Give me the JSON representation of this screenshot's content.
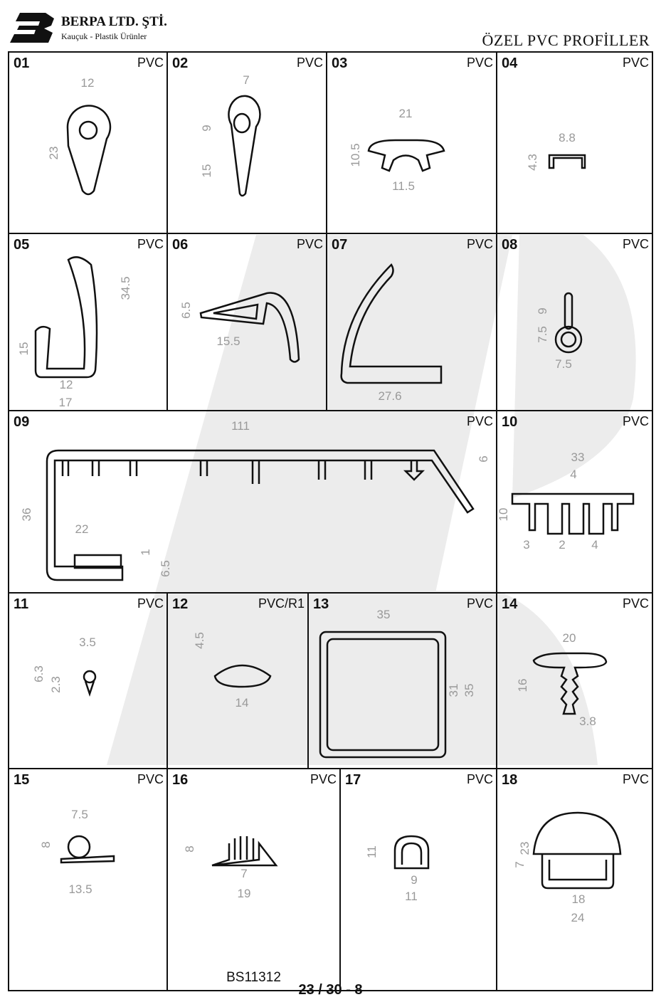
{
  "header": {
    "company": "BERPA LTD. ŞTİ.",
    "tagline": "Kauçuk - Plastik Ürünler",
    "title": "ÖZEL PVC PROFİLLER",
    "logo_text": "B"
  },
  "profiles": [
    {
      "num": "01",
      "material": "PVC",
      "dims": [
        "12",
        "23"
      ]
    },
    {
      "num": "02",
      "material": "PVC",
      "dims": [
        "7",
        "9",
        "15"
      ]
    },
    {
      "num": "03",
      "material": "PVC",
      "dims": [
        "21",
        "10.5",
        "11.5"
      ]
    },
    {
      "num": "04",
      "material": "PVC",
      "dims": [
        "8.8",
        "4.3"
      ]
    },
    {
      "num": "05",
      "material": "PVC",
      "dims": [
        "34.5",
        "15",
        "12",
        "17"
      ]
    },
    {
      "num": "06",
      "material": "PVC",
      "dims": [
        "6.5",
        "15.5"
      ]
    },
    {
      "num": "07",
      "material": "PVC",
      "dims": [
        "27.6"
      ]
    },
    {
      "num": "08",
      "material": "PVC",
      "dims": [
        "9",
        "7.5",
        "7.5"
      ]
    },
    {
      "num": "09",
      "material": "PVC",
      "dims": [
        "111",
        "36",
        "22",
        "1",
        "6.5",
        "6"
      ]
    },
    {
      "num": "10",
      "material": "PVC",
      "dims": [
        "33",
        "4",
        "10",
        "3",
        "2",
        "4"
      ]
    },
    {
      "num": "11",
      "material": "PVC",
      "dims": [
        "3.5",
        "6.3",
        "2.3"
      ]
    },
    {
      "num": "12",
      "material": "PVC/R1",
      "dims": [
        "4.5",
        "14"
      ]
    },
    {
      "num": "13",
      "material": "PVC",
      "dims": [
        "35",
        "31",
        "35"
      ]
    },
    {
      "num": "14",
      "material": "PVC",
      "dims": [
        "20",
        "16",
        "3.8"
      ]
    },
    {
      "num": "15",
      "material": "PVC",
      "dims": [
        "7.5",
        "8",
        "13.5"
      ]
    },
    {
      "num": "16",
      "material": "PVC",
      "dims": [
        "8",
        "7",
        "19"
      ],
      "code": "BS11312"
    },
    {
      "num": "17",
      "material": "PVC",
      "dims": [
        "11",
        "9",
        "11"
      ]
    },
    {
      "num": "18",
      "material": "PVC",
      "dims": [
        "23",
        "7",
        "18",
        "24"
      ]
    }
  ],
  "footer": {
    "page": "23 / 30 - 8"
  }
}
